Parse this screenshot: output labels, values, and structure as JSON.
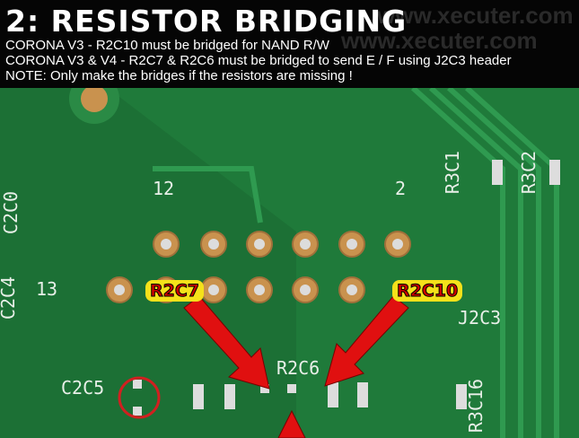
{
  "header": {
    "title": "2: RESISTOR BRIDGING",
    "lines": [
      "CORONA V3 - R2C10 must be bridged for NAND R/W",
      "CORONA V3 & V4 - R2C7 & R2C6 must be bridged to send E / F using J2C3 header",
      "NOTE: Only make the bridges if the resistors are missing !"
    ],
    "watermark": "www.xecuter.com"
  },
  "pcb": {
    "callouts": [
      "R2C7",
      "R2C10"
    ],
    "silkscreen": [
      "12",
      "2",
      "13",
      "R3C1",
      "R3C2",
      "C2C4",
      "C2C0",
      "J2C3",
      "R2C6",
      "C2C5",
      "R3C16"
    ]
  },
  "colors": {
    "board": "#1f7a3a",
    "pad": "#c9924e",
    "arrow": "#e01010",
    "callout_bg": "#f5e11a"
  }
}
